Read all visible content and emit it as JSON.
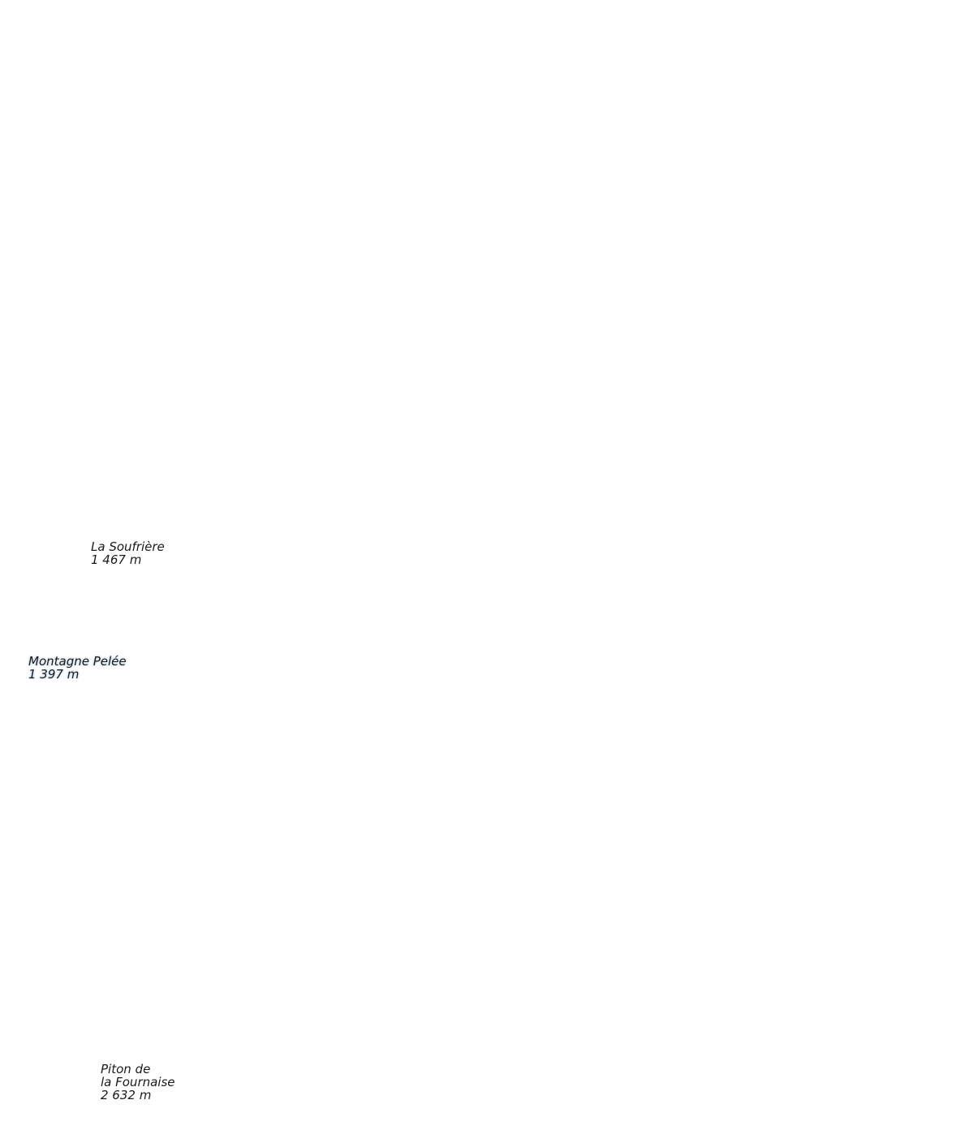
{
  "map": {
    "labels": {
      "soufriere": {
        "name": "La Soufrière",
        "elevation": "1 467 m"
      },
      "pelee": {
        "name": "Montagne Pelée",
        "elevation": "1 397 m"
      },
      "fournaise": {
        "name_line1": "Piton de",
        "name_line2": "la Fournaise",
        "elevation": "2 632 m"
      }
    },
    "colors": {
      "background": "#ffffff",
      "label_text": "#1a1a1a",
      "label_halo": "#cfe0ee"
    }
  }
}
